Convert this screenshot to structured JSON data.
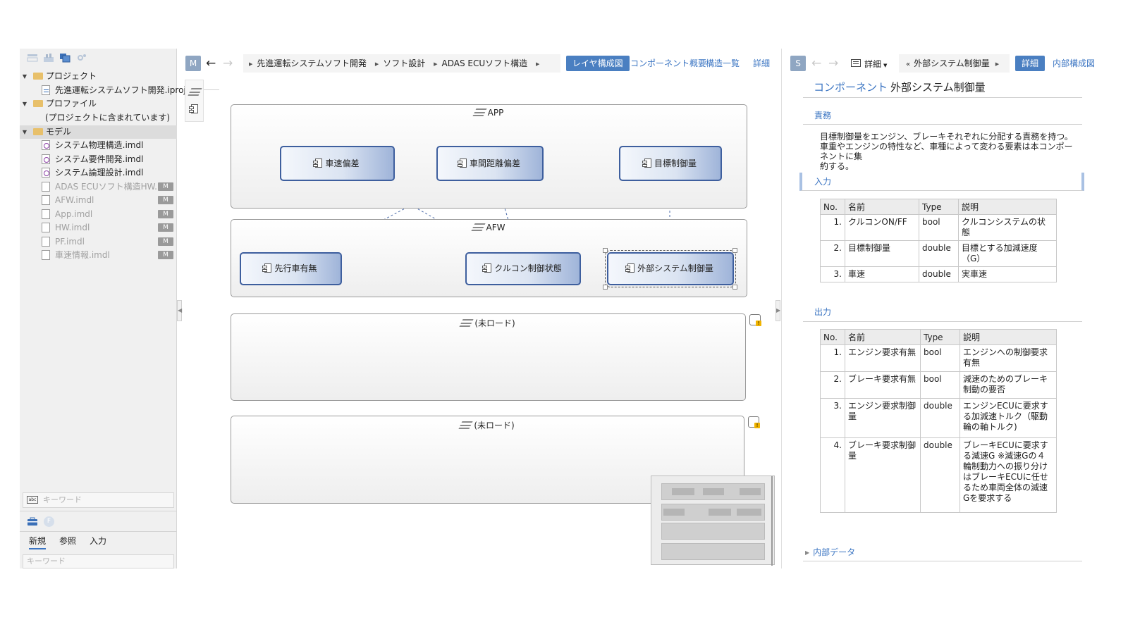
{
  "left_panel": {
    "toolbar_icons": [
      "layout-icon",
      "chart-icon",
      "windows-icon",
      "settings-icon"
    ],
    "tree": [
      {
        "label": "プロジェクト",
        "type": "folder",
        "expanded": true
      },
      {
        "label": "先進運転システムソフト開発.iproj",
        "type": "project-file"
      },
      {
        "label": "プロファイル",
        "type": "folder",
        "expanded": true
      },
      {
        "label": "(プロジェクトに含まれています)",
        "type": "note"
      },
      {
        "label": "モデル",
        "type": "folder",
        "expanded": true,
        "selected": true
      },
      {
        "label": "システム物理構造.imdl",
        "type": "model-file"
      },
      {
        "label": "システム要件開発.imdl",
        "type": "model-file"
      },
      {
        "label": "システム論理設計.imdl",
        "type": "model-file"
      },
      {
        "label": "ADAS ECUソフト構造HW.imdl",
        "type": "dim-file",
        "badge": "M"
      },
      {
        "label": "AFW.imdl",
        "type": "dim-file",
        "badge": "M"
      },
      {
        "label": "App.imdl",
        "type": "dim-file",
        "badge": "M"
      },
      {
        "label": "HW.imdl",
        "type": "dim-file",
        "badge": "M"
      },
      {
        "label": "PF.imdl",
        "type": "dim-file",
        "badge": "M"
      },
      {
        "label": "車速情報.imdl",
        "type": "dim-file",
        "badge": "M"
      }
    ],
    "search_placeholder": "キーワード",
    "bottom_tabs": [
      "新規",
      "参照",
      "入力"
    ],
    "bottom_search_placeholder": "キーワード"
  },
  "center": {
    "mode_badge": "M",
    "breadcrumbs": [
      "先進運転システムソフト開発",
      "ソフト設計",
      "ADAS ECUソフト構造"
    ],
    "view_tabs": {
      "active": "レイヤ構成図",
      "links": [
        "コンポーネント概要",
        "構造一覧",
        "詳細"
      ]
    },
    "layers": [
      {
        "title": "APP",
        "components": [
          "車速偏差",
          "車間距離偏差",
          "目標制御量"
        ]
      },
      {
        "title": "AFW",
        "components": [
          "先行車有無",
          "クルコン制御状態",
          "外部システム制御量"
        ]
      },
      {
        "title": "(未ロード)",
        "components": []
      },
      {
        "title": "(未ロード)",
        "components": []
      }
    ]
  },
  "right_panel": {
    "mode_badge": "S",
    "detail_dropdown": "詳細",
    "breadcrumb": "外部システム制御量",
    "view_tabs": {
      "active": "詳細",
      "links": [
        "内部構成図"
      ]
    },
    "title_prefix": "コンポーネント",
    "title_name": "外部システム制御量",
    "responsibility": {
      "header": "責務",
      "line1": "目標制御量をエンジン、ブレーキそれぞれに分配する責務を持つ。",
      "line2": "車重やエンジンの特性など、車種によって変わる要素は本コンポーネントに集",
      "line3": "約する。"
    },
    "columns": [
      "No.",
      "名前",
      "Type",
      "説明"
    ],
    "inputs": {
      "header": "入力",
      "rows": [
        {
          "no": "1.",
          "name": "クルコンON/FF",
          "type": "bool",
          "desc": "クルコンシステムの状態"
        },
        {
          "no": "2.",
          "name": "目標制御量",
          "type": "double",
          "desc": "目標とする加減速度（G）"
        },
        {
          "no": "3.",
          "name": "車速",
          "type": "double",
          "desc": "実車速"
        }
      ]
    },
    "outputs": {
      "header": "出力",
      "rows": [
        {
          "no": "1.",
          "name": "エンジン要求有無",
          "type": "bool",
          "desc": "エンジンへの制御要求有無"
        },
        {
          "no": "2.",
          "name": "ブレーキ要求有無",
          "type": "bool",
          "desc": "減速のためのブレーキ制動の要否"
        },
        {
          "no": "3.",
          "name": "エンジン要求制御量",
          "type": "double",
          "desc": "エンジンECUに要求する加減速トルク（駆動輪の軸トルク)"
        },
        {
          "no": "4.",
          "name": "ブレーキ要求制御量",
          "type": "double",
          "desc": "ブレーキECUに要求する減速G ※減速Gの４輪制動力への振り分けはブレーキECUに任せるため車両全体の減速Gを要求する"
        }
      ]
    },
    "internal_data": "内部データ"
  },
  "colors": {
    "accent": "#4a7fc1",
    "link": "#3a74c2",
    "component_border": "#3e5f9e",
    "badge": "#8fa6c2"
  }
}
